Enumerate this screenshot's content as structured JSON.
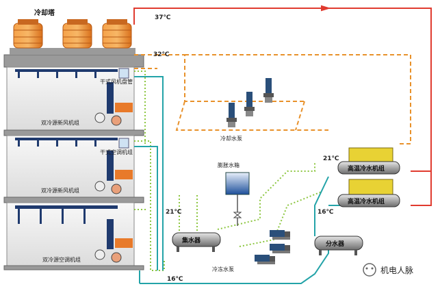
{
  "labels": {
    "cooling_tower": "冷却塔",
    "temp_37": "37℃",
    "temp_32": "32℃",
    "temp_21_right": "21℃",
    "temp_21_left": "21℃",
    "temp_16_right": "16℃",
    "temp_16_bottom": "16℃",
    "ahu_floor1": "双冷源新风机组",
    "ahu_floor2": "双冷源新风机组",
    "ahu_floor3": "双冷源空调机组",
    "fcu_floor1": "干式风机盘管",
    "fcu_floor2": "干式空调机组",
    "cooling_pump": "冷却水泵",
    "expansion_tank": "膨胀水箱",
    "chiller_top": "高温冷水机组",
    "chiller_bottom": "高温冷水机组",
    "collector": "集水器",
    "distributor": "分水器",
    "chilled_pump": "冷冻水泵",
    "watermark": "机电人脉"
  },
  "colors": {
    "hot_line": "#e03a2e",
    "condenser_line": "#e8912a",
    "chilled_line": "#23a3a8",
    "green_line": "#8cc63f",
    "tower": "#f08a2c",
    "chiller_yellow": "#e8d234",
    "pump_blue": "#2a4f7a"
  }
}
